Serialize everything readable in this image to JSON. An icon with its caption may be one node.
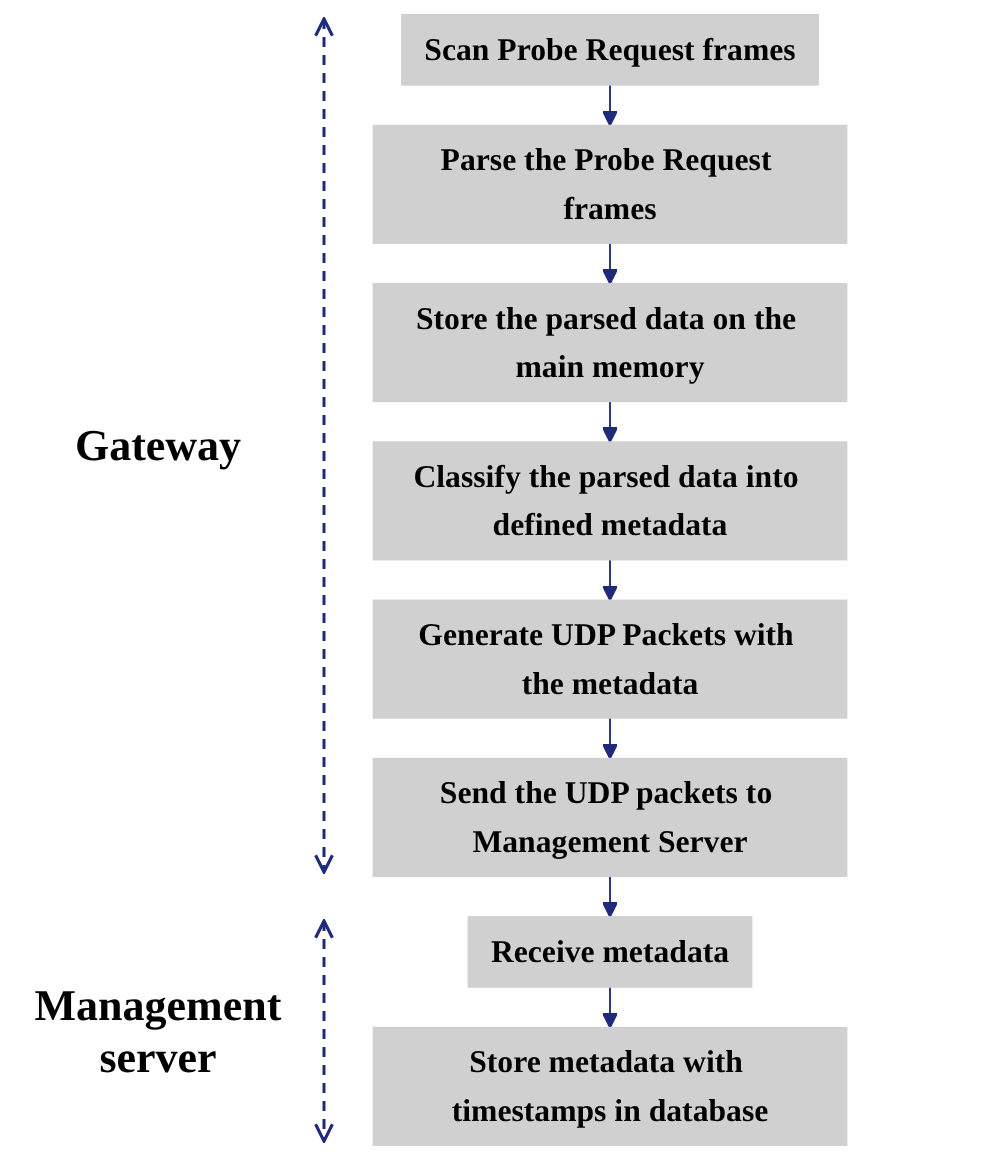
{
  "diagram": {
    "nodes": [
      {
        "text": [
          "Scan Probe Request frames"
        ]
      },
      {
        "text": [
          "Parse the Probe Request frames"
        ]
      },
      {
        "text": [
          "Store the parsed data on the main memory"
        ]
      },
      {
        "text": [
          "Classify the parsed data into defined metadata"
        ]
      },
      {
        "text": [
          "Generate UDP Packets with the metadata"
        ]
      },
      {
        "text": [
          "Send the UDP packets to Management Server"
        ]
      },
      {
        "text": [
          "Receive metadata"
        ]
      },
      {
        "text": [
          "Store metadata with timestamps in database"
        ]
      }
    ],
    "edges": [
      {
        "from": 0,
        "to": 1,
        "arrow": "to"
      },
      {
        "from": 1,
        "to": 2,
        "arrow": "to"
      },
      {
        "from": 2,
        "to": 3,
        "arrow": "to"
      },
      {
        "from": 3,
        "to": 4,
        "arrow": "to"
      },
      {
        "from": 4,
        "to": 5,
        "arrow": "to"
      },
      {
        "from": 5,
        "to": 6,
        "arrow": "to"
      },
      {
        "from": 6,
        "to": 7,
        "arrow": "to"
      }
    ],
    "labels": [
      "Gateway",
      "Management server"
    ]
  }
}
